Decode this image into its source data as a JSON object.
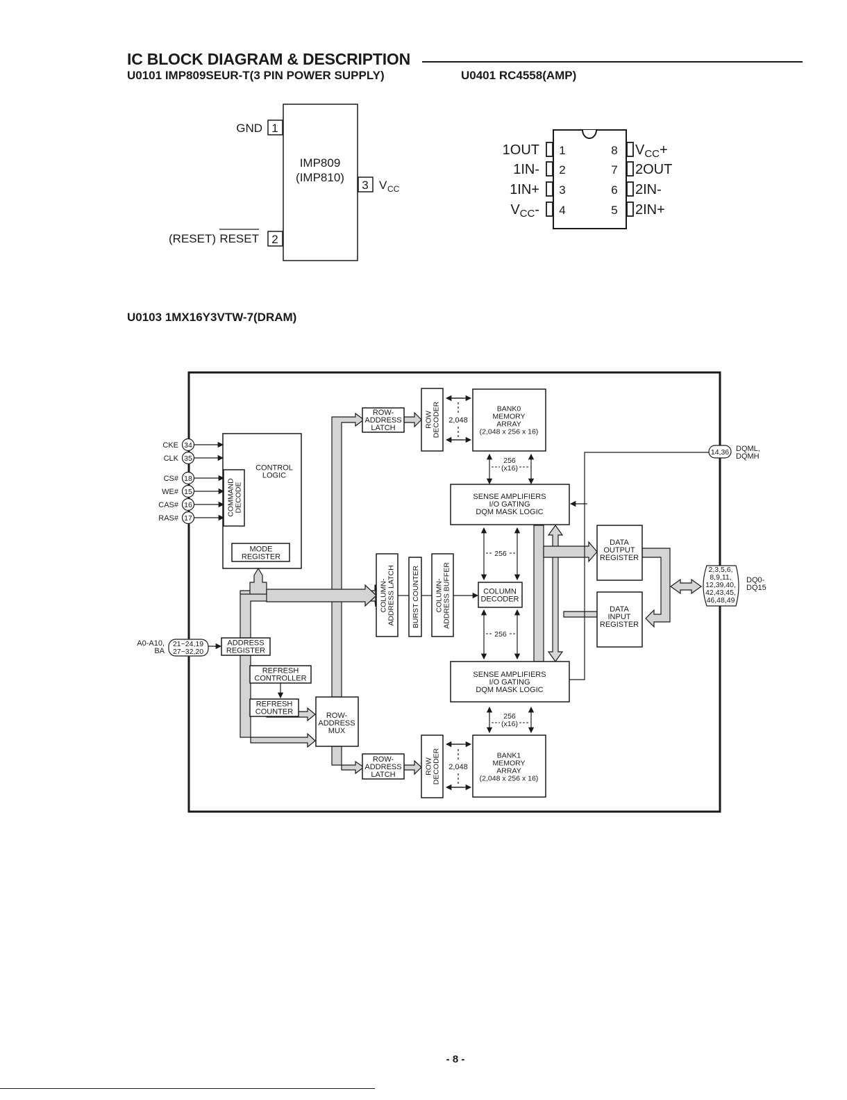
{
  "page": {
    "title": "IC BLOCK DIAGRAM & DESCRIPTION",
    "page_number": "- 8 -"
  },
  "u0101": {
    "heading": "U0101 IMP809SEUR-T(3 PIN POWER SUPPLY)",
    "chip_line1": "IMP809",
    "chip_line2": "(IMP810)",
    "pin1_num": "1",
    "pin1_label": "GND",
    "pin2_num": "2",
    "pin2_label_prefix": "(RESET)",
    "pin2_label_bar": "RESET",
    "pin3_num": "3",
    "pin3_label": "V",
    "pin3_sub": "CC"
  },
  "u0401": {
    "heading": "U0401 RC4558(AMP)",
    "left_pins": [
      {
        "num": "1",
        "label": "1OUT"
      },
      {
        "num": "2",
        "label": "1IN-"
      },
      {
        "num": "3",
        "label": "1IN+"
      },
      {
        "num": "4",
        "label": "V",
        "sub": "CC",
        "suffix": "-"
      }
    ],
    "right_pins": [
      {
        "num": "8",
        "label": "V",
        "sub": "CC",
        "suffix": "+"
      },
      {
        "num": "7",
        "label": "2OUT"
      },
      {
        "num": "6",
        "label": "2IN-"
      },
      {
        "num": "5",
        "label": "2IN+"
      }
    ]
  },
  "u0103": {
    "heading": "U0103 1MX16Y3VTW-7(DRAM)",
    "control_pins": [
      {
        "name": "CKE",
        "pin": "34"
      },
      {
        "name": "CLK",
        "pin": "35"
      },
      {
        "name": "CS#",
        "pin": "18"
      },
      {
        "name": "WE#",
        "pin": "15"
      },
      {
        "name": "CAS#",
        "pin": "16"
      },
      {
        "name": "RAS#",
        "pin": "17"
      }
    ],
    "control_logic": [
      "CONTROL",
      "LOGIC"
    ],
    "command_decode": [
      "COMMAND",
      "DECODE"
    ],
    "mode_register": [
      "MODE",
      "REGISTER"
    ],
    "address_in": {
      "name1": "A0-A10,",
      "name2": "BA",
      "pins1": "21~24,19",
      "pins2": "27~32,20"
    },
    "address_register": [
      "ADDRESS",
      "REGISTER"
    ],
    "refresh_controller": [
      "REFRESH",
      "CONTROLLER"
    ],
    "refresh_counter": [
      "REFRESH",
      "COUNTER"
    ],
    "row_address_mux": [
      "ROW-",
      "ADDRESS",
      "MUX"
    ],
    "row_address_latch": [
      "ROW-",
      "ADDRESS",
      "LATCH"
    ],
    "row_decoder": [
      "ROW",
      "DECODER"
    ],
    "row_count": "2,048",
    "bank0": [
      "BANK0",
      "MEMORY",
      "ARRAY",
      "(2,048 x 256 x 16)"
    ],
    "bank1": [
      "BANK1",
      "MEMORY",
      "ARRAY",
      "(2,048 x 256 x 16)"
    ],
    "bus_width": "256",
    "bus_width_x16": "(x16)",
    "sense_amps": [
      "SENSE AMPLIFIERS",
      "I/O GATING",
      "DQM MASK LOGIC"
    ],
    "column_address_latch": [
      "COLUMN-",
      "ADDRESS LATCH"
    ],
    "burst_counter": "BURST COUNTER",
    "column_address_buffer": [
      "COLUMN-",
      "ADDRESS BUFFER"
    ],
    "column_decoder": [
      "COLUMN",
      "DECODER"
    ],
    "col_bus": "256",
    "data_output_register": [
      "DATA",
      "OUTPUT",
      "REGISTER"
    ],
    "data_input_register": [
      "DATA",
      "INPUT",
      "REGISTER"
    ],
    "dqm_pins": "14,36",
    "dqm_names": [
      "DQML,",
      "DQMH"
    ],
    "dq_pins": [
      "2,3,5,6,",
      "8,9,11,",
      "12,39,40,",
      "42,43,45,",
      "46,48,49"
    ],
    "dq_names": [
      "DQ0-",
      "DQ15"
    ]
  }
}
